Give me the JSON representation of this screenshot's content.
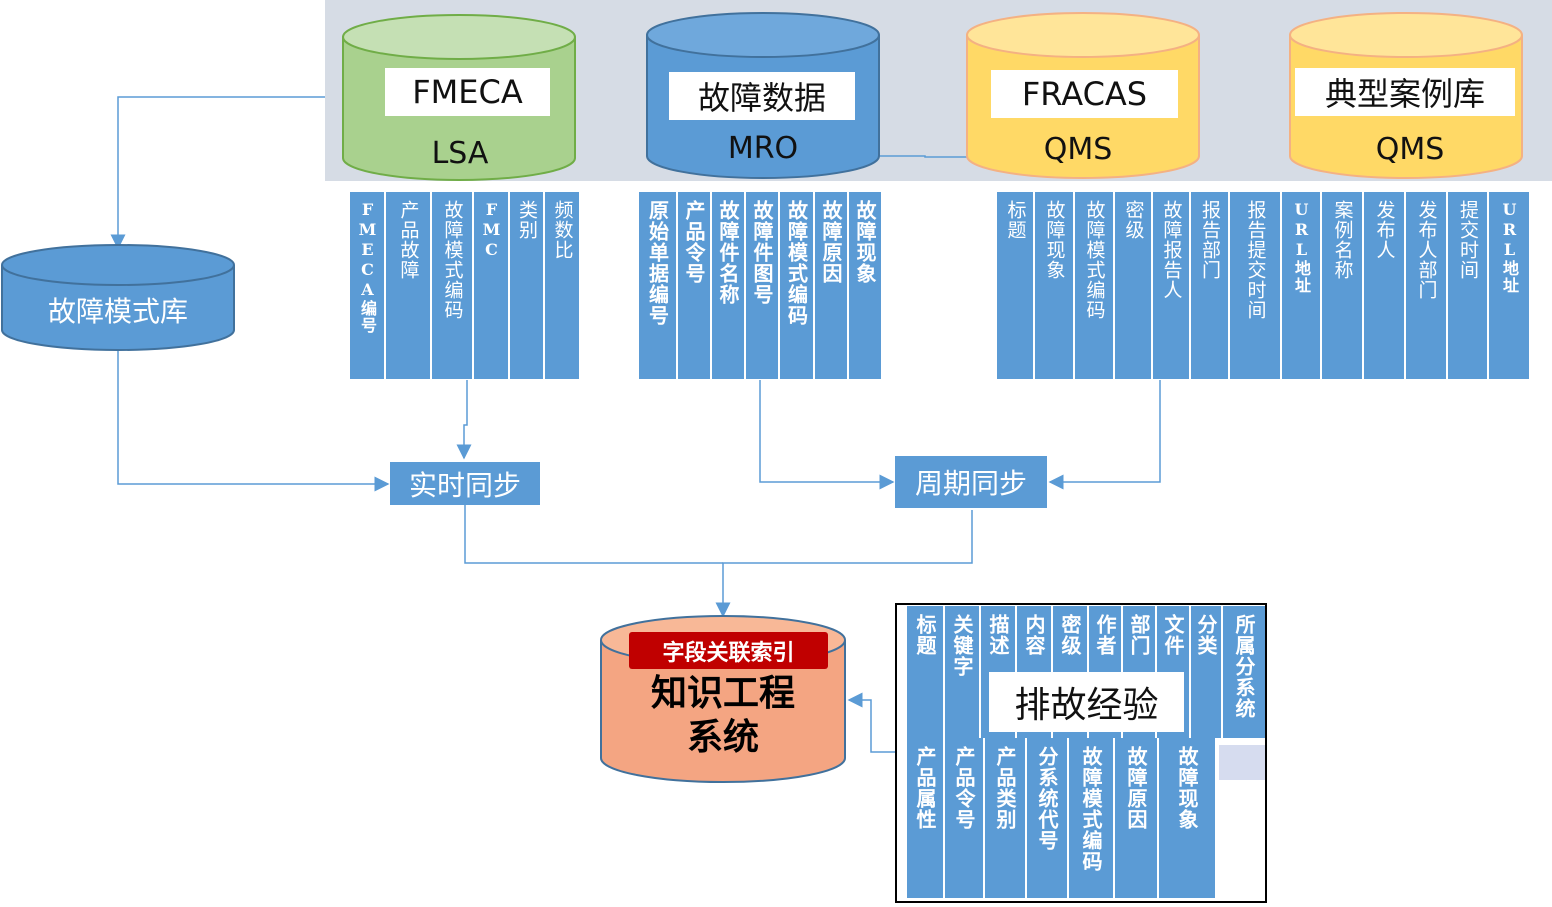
{
  "databases": [
    {
      "title": "FMECA",
      "system": "LSA",
      "color": "#a9d18e"
    },
    {
      "title": "故障数据",
      "system": "MRO",
      "color": "#5b9bd5"
    },
    {
      "title": "FRACAS",
      "system": "QMS",
      "color": "#ffd966"
    },
    {
      "title": "典型案例库",
      "system": "QMS",
      "color": "#ffd966"
    }
  ],
  "fmeca_fields": [
    "FMECA编号",
    "产品故障",
    "故障模式编码",
    "FMC",
    "类别",
    "频数比"
  ],
  "mro_fields": [
    "原始单据编号",
    "产品令号",
    "故障件名称",
    "故障件图号",
    "故障模式编码",
    "故障原因",
    "故障现象"
  ],
  "fracas_fields": [
    "标题",
    "故障现象",
    "故障模式编码",
    "密级",
    "故障报告人",
    "报告部门",
    "报告提交时间",
    "URL地址"
  ],
  "case_fields": [
    "案例名称",
    "发布人",
    "发布人部门",
    "提交时间",
    "URL地址"
  ],
  "fault_mode_db": "故障模式库",
  "sync": {
    "realtime": "实时同步",
    "periodic": "周期同步"
  },
  "knowledge": {
    "badge": "字段关联索引",
    "title_line1": "知识工程",
    "title_line2": "系统",
    "color": "#f4a582"
  },
  "experience": {
    "title": "排故经验",
    "top_fields": [
      "标题",
      "关键字",
      "描述",
      "内容",
      "密级",
      "作者",
      "部门",
      "文件",
      "分类",
      "所属分系统"
    ],
    "bottom_fields": [
      "产品属性",
      "产品令号",
      "产品类别",
      "分系统代号",
      "故障模式编码",
      "故障原因",
      "故障现象"
    ]
  }
}
